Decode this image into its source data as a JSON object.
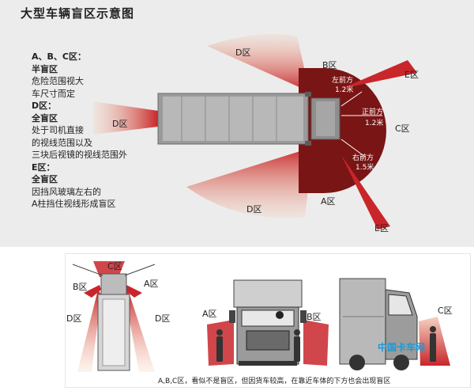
{
  "title": "大型车辆盲区示意图",
  "legend": {
    "abc_heading": "A、B、C区：",
    "abc_type": "半盲区",
    "abc_desc": [
      "危险范围视大",
      "车尺寸而定"
    ],
    "d_heading": "D区：",
    "d_type": "全盲区",
    "d_desc": [
      "处于司机直接",
      "的视线范围以及",
      "三块后视镜的视线范围外"
    ],
    "e_heading": "E区：",
    "e_type": "全盲区",
    "e_desc": [
      "因挡风玻璃左右的",
      "A柱挡住视线形成盲区"
    ]
  },
  "zones": {
    "d": "D区",
    "a": "A区",
    "b": "B区",
    "c": "C区",
    "e": "E区"
  },
  "distances": {
    "front_left_label": "左前方",
    "front_left_value": "1.2米",
    "front_label": "正前方",
    "front_value": "1.2米",
    "front_right_label": "右前方",
    "front_right_value": "1.5米"
  },
  "caption": "A,B,C区，看似不是盲区，但因货车较高，在靠近车体的下方也会出现盲区",
  "watermark": "中国卡车网",
  "colors": {
    "zone_red": "#c8262a",
    "zone_dark": "#7a1515",
    "truck_gray": "#9a9a9a",
    "title_text": "#222222"
  }
}
